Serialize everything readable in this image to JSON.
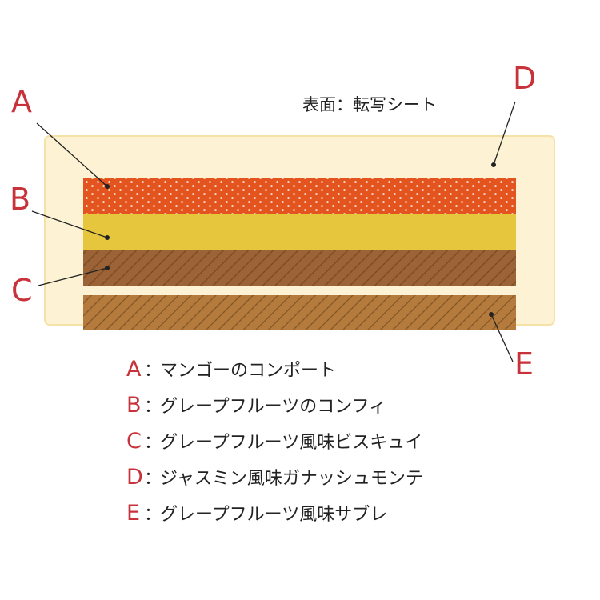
{
  "surface_note": "表面：転写シート",
  "callouts": {
    "a": "A",
    "b": "B",
    "c": "C",
    "d": "D",
    "e": "E"
  },
  "legend": {
    "separator": "：",
    "items": [
      {
        "key": "A",
        "text": "マンゴーのコンポート"
      },
      {
        "key": "B",
        "text": "グレープフルーツのコンフィ"
      },
      {
        "key": "C",
        "text": "グレープフルーツ風味ビスキュイ"
      },
      {
        "key": "D",
        "text": "ジャスミン風味ガナッシュモンテ"
      },
      {
        "key": "E",
        "text": "グレープフルーツ風味サブレ"
      }
    ]
  },
  "colors": {
    "accent_label": "#c8323a",
    "mousse": "#fdf3d4",
    "mousse_border": "#f6e2a6",
    "compote": "#e4541e",
    "confit": "#e5c63c",
    "biscuit": "#9c6436",
    "sable": "#b47b3d"
  }
}
